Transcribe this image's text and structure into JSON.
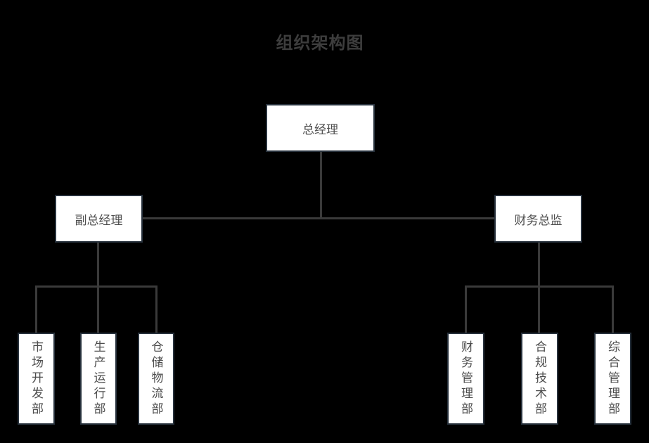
{
  "title": "组织架构图",
  "nodes": {
    "general_manager": {
      "label": "总经理"
    },
    "deputy_general_manager": {
      "label": "副总经理"
    },
    "finance_director": {
      "label": "财务总监"
    },
    "departments_left": [
      {
        "label": "市场开发部"
      },
      {
        "label": "生产运行部"
      },
      {
        "label": "仓储物流部"
      }
    ],
    "departments_right": [
      {
        "label": "财务管理部"
      },
      {
        "label": "合规技术部"
      },
      {
        "label": "综合管理部"
      }
    ]
  },
  "hierarchy": {
    "root": "总经理",
    "children": [
      {
        "label": "副总经理",
        "children": [
          "市场开发部",
          "生产运行部",
          "仓储物流部"
        ]
      },
      {
        "label": "财务总监",
        "children": [
          "财务管理部",
          "合规技术部",
          "综合管理部"
        ]
      }
    ]
  },
  "colors": {
    "background": "#000000",
    "box_fill": "#ffffff",
    "box_border": "#27313c",
    "connector": "#3a3a3a",
    "title_text": "#3d3d3d",
    "node_text": "#4d4d4d"
  }
}
